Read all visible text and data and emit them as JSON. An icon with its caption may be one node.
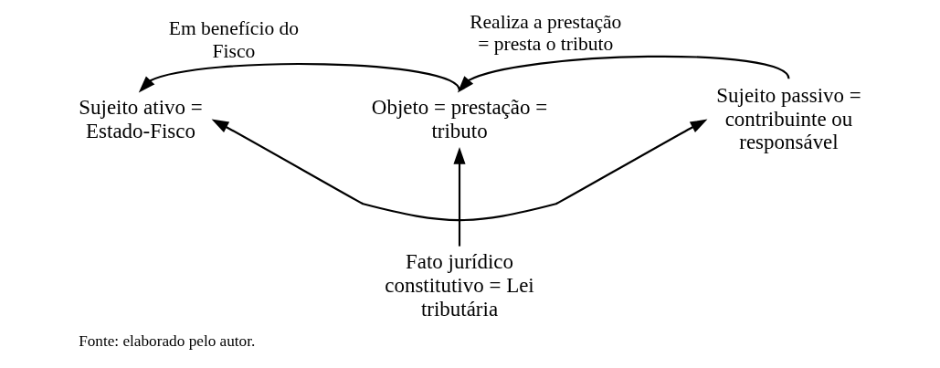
{
  "diagram": {
    "caption": "Fonte: elaborado pelo autor.",
    "nodes": [
      {
        "text": [
          "Sujeito ativo = Estado-Fisco"
        ]
      },
      {
        "text": [
          "Objeto = prestação = tributo"
        ]
      },
      {
        "text": [
          "Sujeito passivo = contribuinte ou responsável"
        ]
      },
      {
        "text": [
          "Fato jurídico constitutivo = Lei tributária"
        ]
      }
    ],
    "edges": [
      {
        "from": 1,
        "to": 0,
        "arrow": "to",
        "label": "Em benefício do Fisco"
      },
      {
        "from": 2,
        "to": 1,
        "arrow": "to",
        "label": "Realiza a prestação = presta o tributo"
      },
      {
        "from": 0,
        "to": 2,
        "arrow": "both"
      },
      {
        "from": 3,
        "to": 1,
        "arrow": "to"
      }
    ]
  }
}
